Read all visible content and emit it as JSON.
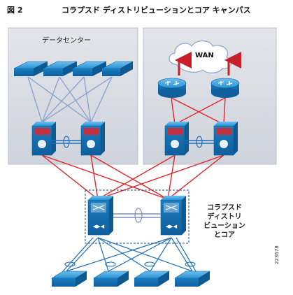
{
  "figure_label": "図 2",
  "title": "コラプスド ディストリビューションとコア キャンパス",
  "datacenter_label": "データセンター",
  "wan_label": "WAN",
  "collapsed_label": [
    "コラプスド",
    "ディストリ",
    "ビューション",
    "とコア"
  ],
  "figure_number": "223678",
  "colors": {
    "panel_bg": "#d9dce3",
    "device_blue": "#1f8fd0",
    "link_red": "#e0262b",
    "link_blue": "#7c8fc4",
    "arrow_red": "#c8202a"
  },
  "icons": [
    "access-switch-icon",
    "firewall-switch-icon",
    "router-icon",
    "cloud-icon",
    "core-switch-icon",
    "etherchannel-icon"
  ]
}
